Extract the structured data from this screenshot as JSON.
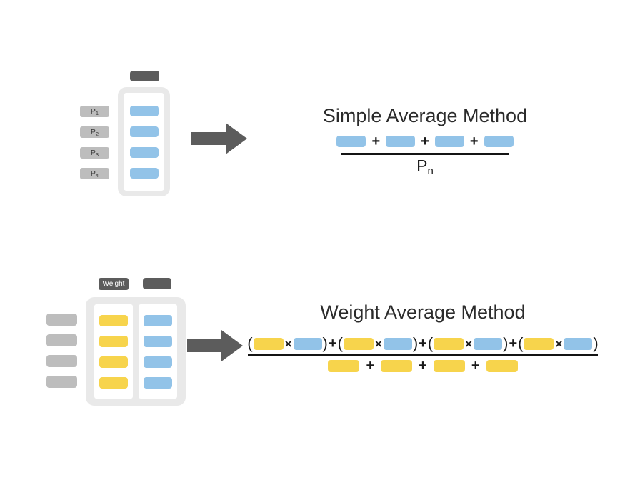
{
  "colors": {
    "blue": "#92c3e8",
    "yellow": "#f7d44c",
    "gray": "#bdbdbd",
    "dark": "#5c5c5c",
    "frame": "#e9e9e9"
  },
  "simple": {
    "title": "Simple Average Method",
    "price_tags": [
      {
        "base": "P",
        "sub": "1"
      },
      {
        "base": "P",
        "sub": "2"
      },
      {
        "base": "P",
        "sub": "3"
      },
      {
        "base": "P",
        "sub": "4"
      }
    ],
    "denominator": {
      "base": "P",
      "sub": "n"
    }
  },
  "weighted": {
    "title": "Weight Average Method",
    "weight_label": "Weight"
  },
  "operators": {
    "plus": "+",
    "times": "×",
    "open_paren": "(",
    "close_paren": ")"
  }
}
